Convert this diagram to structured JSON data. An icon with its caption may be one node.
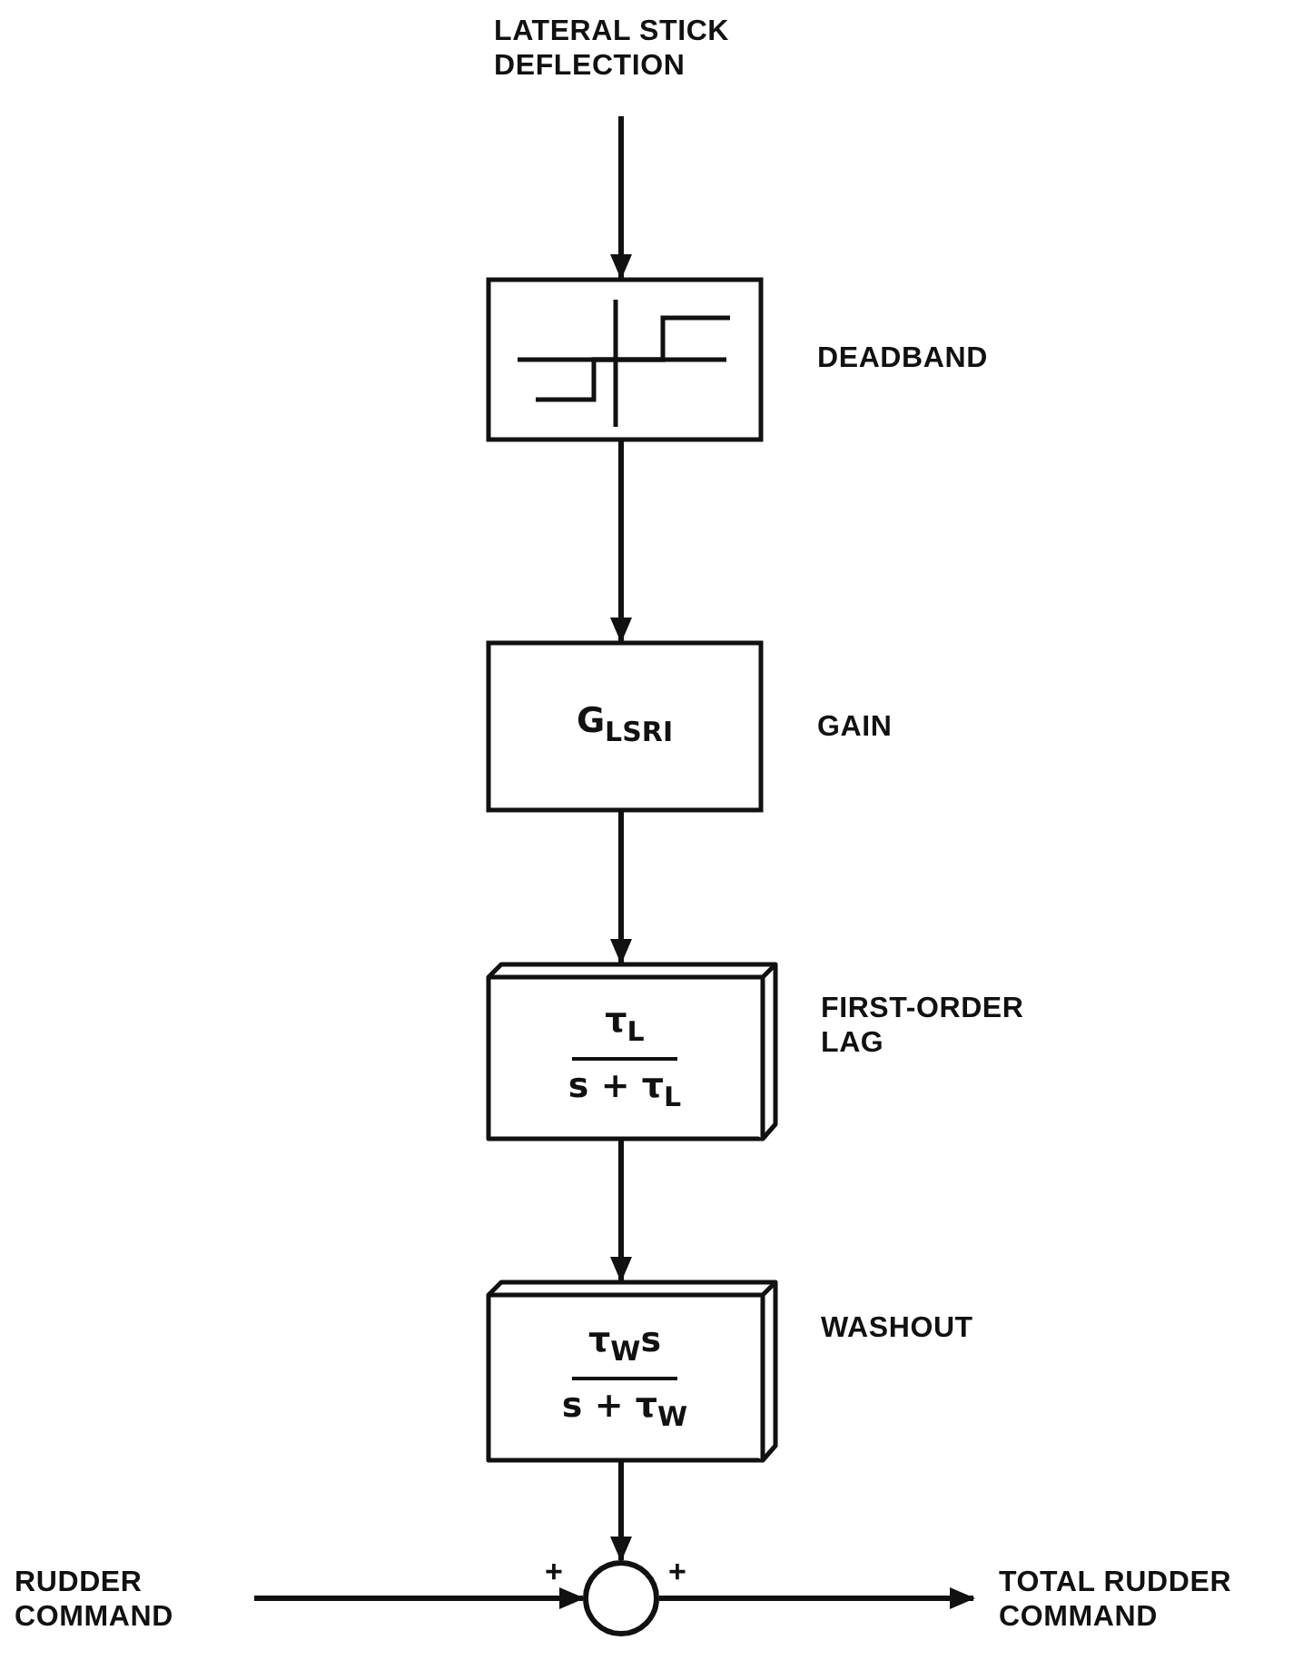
{
  "diagram": {
    "nodes": [
      {
        "text": [
          "LATERAL STICK DEFLECTION"
        ]
      },
      {
        "text": [],
        "shape": "picture",
        "beside": [
          "DEADBAND"
        ]
      },
      {
        "text": [
          "G$_{LSRI}$"
        ],
        "beside": [
          "GAIN"
        ]
      },
      {
        "text": [
          "τ$_{L}$",
          "s + τ$_{L}$"
        ],
        "beside": [
          "FIRST-ORDER LAG"
        ]
      },
      {
        "text": [
          "τ$_{W}$s",
          "s + τ$_{W}$"
        ],
        "beside": [
          "WASHOUT"
        ]
      },
      {
        "text": [],
        "shape": "circle"
      },
      {
        "text": [
          "RUDDER COMMAND"
        ]
      },
      {
        "text": [
          "TOTAL RUDDER COMMAND"
        ]
      }
    ],
    "edges": [
      {
        "from": 0,
        "to": 1,
        "arrow": "to"
      },
      {
        "from": 1,
        "to": 2,
        "arrow": "to"
      },
      {
        "from": 2,
        "to": 3,
        "arrow": "to"
      },
      {
        "from": 3,
        "to": 4,
        "arrow": "to"
      },
      {
        "from": 4,
        "to": 5,
        "arrow": "to"
      },
      {
        "from": 6,
        "to": 5,
        "arrow": "to"
      },
      {
        "from": 5,
        "to": 7,
        "arrow": "to"
      }
    ],
    "labels": [
      "+",
      "+"
    ]
  }
}
